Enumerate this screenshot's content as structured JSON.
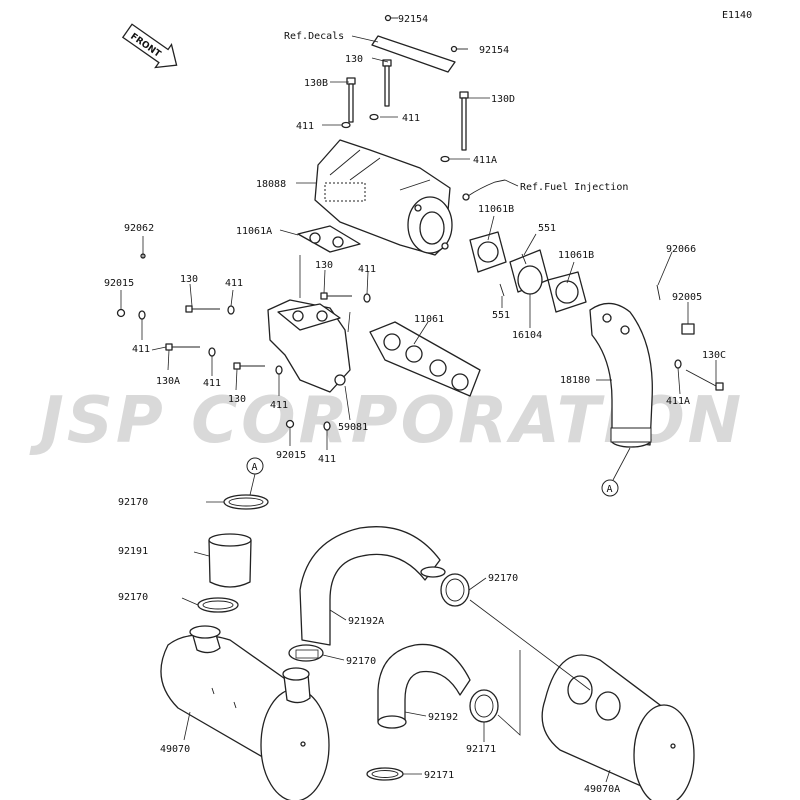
{
  "diagram": {
    "code": "E1140",
    "direction_badge": "FRONT",
    "watermark": "JSP CORPORATION",
    "labels": {
      "p92154_top": "92154",
      "ref_decals": "Ref.Decals",
      "p130_top": "130",
      "p92154_right": "92154",
      "p130B": "130B",
      "p130D": "130D",
      "p411_left": "411",
      "p411_mid": "411",
      "p411A_top": "411A",
      "p18088": "18088",
      "ref_fuel": "Ref.Fuel Injection",
      "p11061B_a": "11061B",
      "p92062": "92062",
      "p11061A": "11061A",
      "p551_a": "551",
      "p11061B_b": "11061B",
      "p92066": "92066",
      "p130_a": "130",
      "p411_a": "411",
      "p130_b": "130",
      "p411_b": "411",
      "p92015_a": "92015",
      "p92005": "92005",
      "p11061": "11061",
      "p551_b": "551",
      "p16104": "16104",
      "p411_c": "411",
      "p130A": "130A",
      "p411_d": "411",
      "p130_c": "130",
      "p411_e": "411",
      "p130C": "130C",
      "p18180": "18180",
      "p411A_b": "411A",
      "p59081": "59081",
      "p92015_b": "92015",
      "p411_f": "411",
      "ref_a_top": "A",
      "ref_a_right": "A",
      "p92170_a": "92170",
      "p92191": "92191",
      "p92170_b": "92170",
      "p92170_c": "92170",
      "p92192A": "92192A",
      "p92170_d": "92170",
      "p92192": "92192",
      "p49070": "49070",
      "p92171_a": "92171",
      "p92171_b": "92171",
      "p49070A": "49070A"
    }
  }
}
